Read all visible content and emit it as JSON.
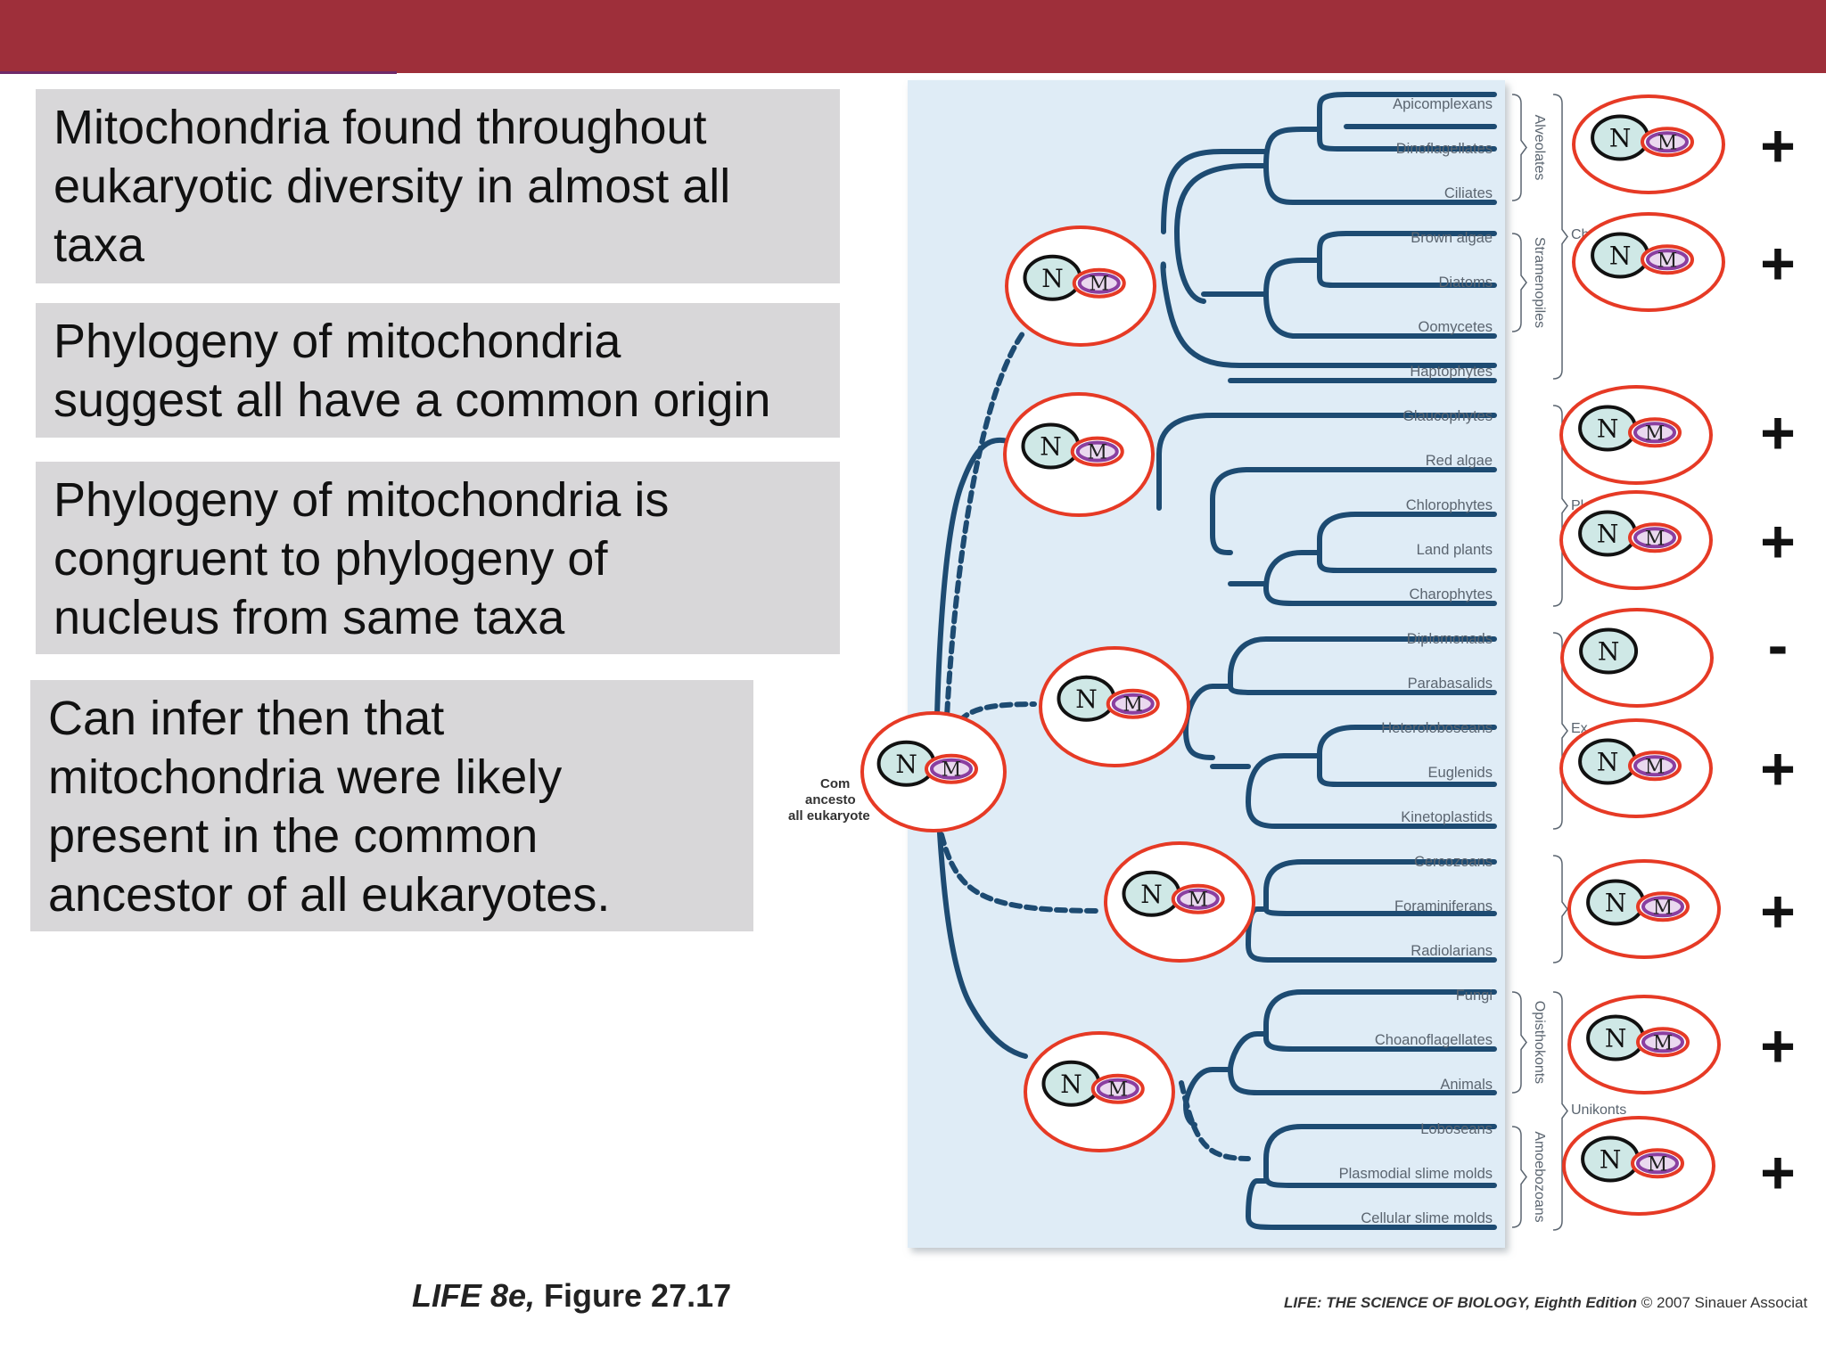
{
  "slide": {
    "points": [
      "Mitochondria found throughout\neukaryotic diversity in almost all\ntaxa",
      "Phylogeny of mitochondria\nsuggest all have a common origin",
      "Phylogeny of mitochondria is\ncongruent to phylogeny of\nnucleus from same taxa",
      "Can infer then that\nmitochondria were likely\npresent in the common\nancestor of all eukaryotes."
    ],
    "caption_italic": "LIFE 8e,",
    "caption_rest": " Figure 27.17",
    "copyright_title": "LIFE: THE SCIENCE OF BIOLOGY, Eighth Edition",
    "copyright_rest": "  © 2007 Sinauer Associat"
  },
  "tree": {
    "taxa": [
      "Apicomplexans",
      "Dinoflagellates",
      "Ciliates",
      "Brown algae",
      "Diatoms",
      "Oomycetes",
      "Haptophytes",
      "Glaucophytes",
      "Red algae",
      "Chlorophytes",
      "Land plants",
      "Charophytes",
      "Diplomonads",
      "Parabasalids",
      "Heterolobosea​ns",
      "Euglenids",
      "Kinetoplastids",
      "Cercozoans",
      "Foraminiferans",
      "Radiolarians",
      "Fungi",
      "Choanoflagellates",
      "Animals",
      "Loboseans",
      "Plasmodial slime molds",
      "Cellular slime molds"
    ],
    "groups": [
      "Alveolates",
      "Stramenopiles",
      "Opisthokonts",
      "Amoebozoans"
    ],
    "partial_labels": [
      "Ch",
      "Pla",
      "Ex",
      "Unikonts"
    ],
    "ancestor_label": [
      "Com",
      "ancesto",
      "all eukaryote"
    ],
    "nucleus_letter": "N",
    "mito_letter": "M",
    "signs": [
      "+",
      "+",
      "+",
      "+",
      "-",
      "+",
      "+",
      "+",
      "+"
    ]
  },
  "colors": {
    "header_bar": "#9e2f3a",
    "panel": "#dfecf6",
    "branch": "#1d4b72",
    "cell_outline": "#e63a25",
    "nucleus_fill": "#cfe8e6",
    "mito_outer": "#e63a25",
    "mito_inner": "#8a3fa0"
  }
}
